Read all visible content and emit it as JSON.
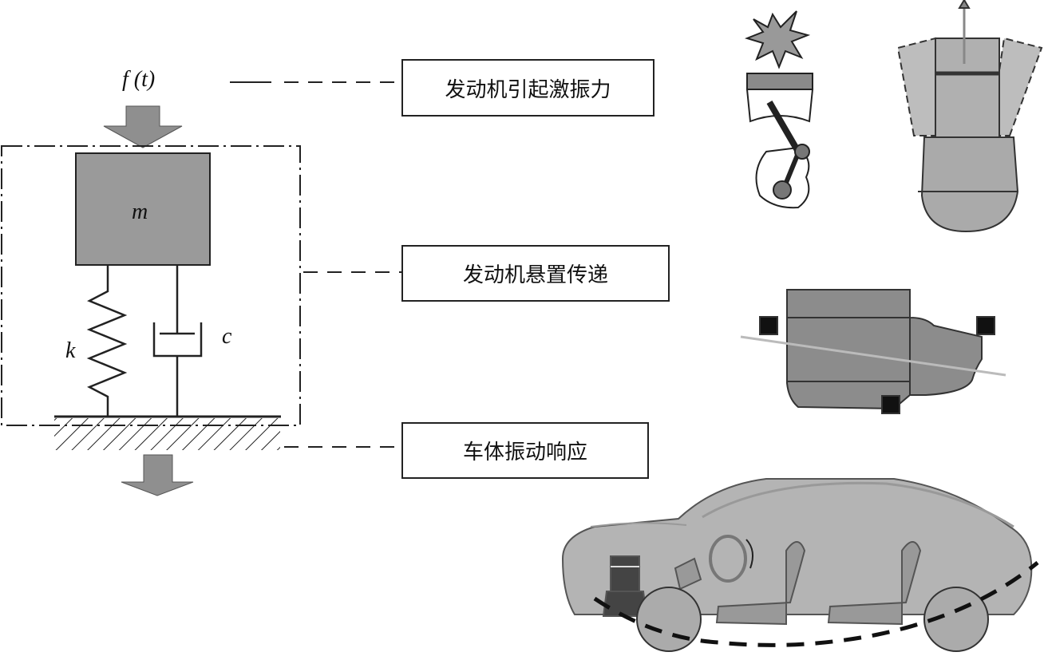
{
  "diagram": {
    "force_label": "f (t)",
    "mass_label": "m",
    "spring_label": "k",
    "damper_label": "c",
    "boxes": [
      {
        "label": "发动机引起激振力"
      },
      {
        "label": "发动机悬置传递"
      },
      {
        "label": "车体振动响应"
      }
    ]
  },
  "colors": {
    "mass_fill": "#9a9a9a",
    "arrow_fill": "#8f8f8f",
    "car_fill": "#b4b4b4",
    "line": "#222222"
  }
}
